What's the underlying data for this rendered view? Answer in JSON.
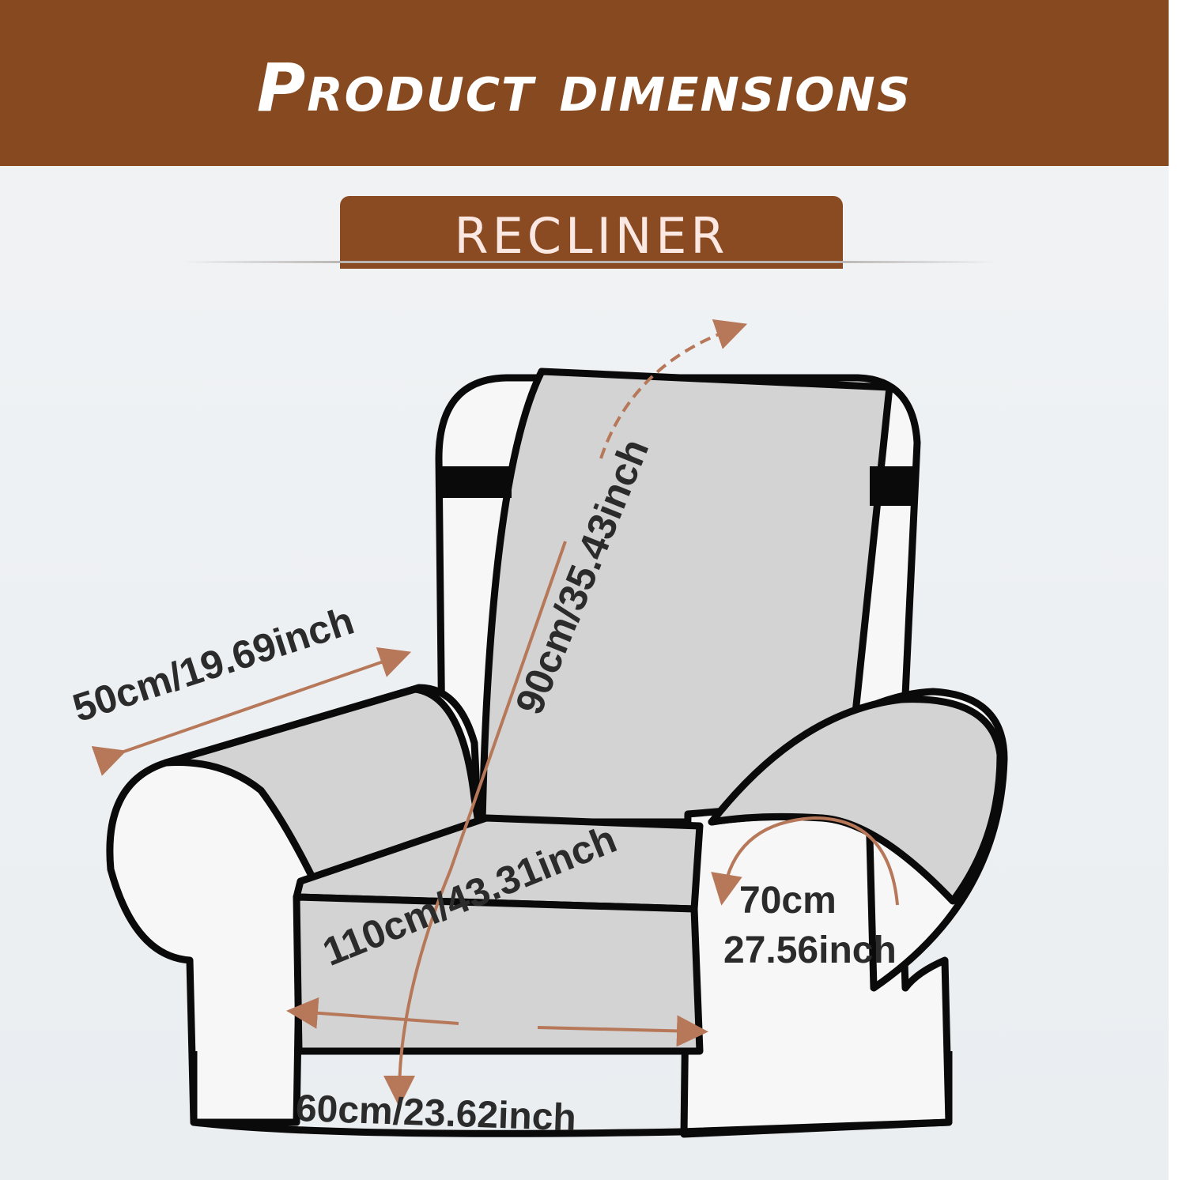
{
  "header": {
    "title": "Product dimensions"
  },
  "tab": {
    "label": "RECLINER"
  },
  "dimensions": {
    "arm_width": "50cm/19.69inch",
    "back_height": "90cm/35.43inch",
    "total_length": "110cm/43.31inch",
    "arm_round_cm": "70cm",
    "arm_round_inch": "27.56inch",
    "seat_width": "60cm/23.62inch"
  },
  "colors": {
    "brand_brown": "#874a20",
    "arrow_color": "#b7785a",
    "fabric_gray": "#d3d3d3",
    "outline": "#0a0a0a"
  }
}
